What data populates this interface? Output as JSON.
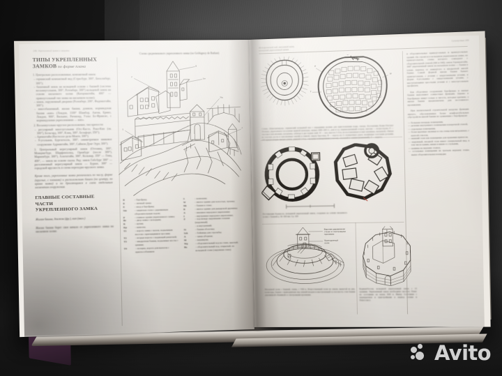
{
  "photo": {
    "subject": "open-book-spread",
    "watermark": {
      "brand": "Avito",
      "logo_icon": "avito-dots-icon"
    },
    "surface_color": "#3a3a3a",
    "page_color": "#efece6"
  },
  "left_page": {
    "running_head": "208. Укрепленный замок и защита",
    "heading_1": "ТИПЫ УКРЕПЛЕННЫХ",
    "heading_2": "ЗАМКОВ",
    "heading_2_suffix": " по форме плана",
    "intro": "1. Центрально расположенные, компактный замок:",
    "bullets": [
      "германский компактный вид (Страсбург, 300°, Бюхсенберг, 300°);",
      "башенный замок на кольцевой основе с башней (система восьмиугольник, 300°, Ротенберг, 300°) кольцевой замок на основе насыпного холма (Катценштейн, 400° — прямоугольный тип замка на насыпном холме);",
      "замок, окруженный дворами (Розенберг, 200°, Фаденштайн, 300°);",
      "многобашенный, жилая башня, донжон, нормандская башня «кип» (Лондон, 1100° Шамбор, Ангия, Брино, Лондон, 900°, Вильямс, Ричмонд, Уэльс Бо-Франсис, с нормандскими укреплениями — кип»."
    ],
    "section_2": "2. Восьмиугольно-круглое расположение, тип крепости:",
    "bullets_2": [
      "регулярный многоугольник (Отс-Кастл, Роял-Кип (ок. 300°), Бельгард, 300°, Клиц, 300°, Бельфорт, 350°);",
      "Аренштайн (Кастелло-дель-Монте, 300°);",
      "8-угольник, Бургшталль, 300°, симметричное замковое сооружение Адриантайн, 300°, Саймон Дунг-Эурт, 300°)."
    ],
    "section_3": "3. Центральный нерегулярный замок (Оттовиц, 300°, Монцингбург, Шарфенхольц, Оренбург (после 300°), Мариенбург, 300°), Альтштайн, 300°, Кольмар, 350° — Генц, 400°, — замок на основе скалы. Ряд: замок Габсбург 300° — расчлененный нерегулярный замок — Бурше, 300° — городской ярусность и схема переходно-ярусного замка.",
    "closing_note": "Кроме того, укрепленные замки различались по числу, форме (круглые, с планами) и расположению башен (по центру, по краям замка) и по бросающимся в глаза отдельным элементам сооружения.",
    "heading_3_line1": "ГЛАВНЫЕ СОСТАВНЫЕ",
    "heading_3_line2": "ЧАСТИ",
    "heading_3_line3": "УКРЕПЛЕННОГО ЗАМКА",
    "subheading": "Жилая башня, донжон (фр.), кип (англ.)",
    "last_para": "Жилая башня берет свое начало от укрепленного замка на насыпном холме."
  },
  "center_figure": {
    "caption": "Схема средневекового укрепленного замка (по Gröbignoy de Rathan)",
    "name": "medieval-castle-schematic"
  },
  "legend": {
    "column_1": [
      {
        "key": "B",
        "text": "– бергфрид;"
      },
      {
        "key": "Б",
        "text": "– личный эркер;"
      },
      {
        "key": "E",
        "text": "– вход в бергфрид;"
      },
      {
        "key": "Sm",
        "text": "– защитная стена с деревянным оборонительным ходом;"
      },
      {
        "key": "P",
        "text": "– главное здание укрепленного замка;"
      },
      {
        "key": "Br",
        "text": "– двор замка с колодцем;"
      },
      {
        "key": "K",
        "text": "– кухня;"
      },
      {
        "key": "Kp",
        "text": "– капелла;"
      },
      {
        "key": "T1",
        "text": "– ворота замка с валом, подъемным мостом с крючащимися тросами;"
      },
      {
        "key": "T2",
        "text": "– втopыe ворота с падающей решеткой;"
      },
      {
        "key": "T3",
        "text": "– квадратная башня, подъемные мосты с цепями;"
      },
      {
        "key": "T4",
        "text": "– потерна, ворота для вылазок с приспособлением"
      }
    ],
    "column_2": [
      {
        "key": "S",
        "text": "– конюшни;"
      },
      {
        "key": "W",
        "text": "– жилое здание для холостых, чуланы;"
      },
      {
        "key": "Mt",
        "text": "– башня в стене;"
      },
      {
        "key": "R",
        "text": "– жилое здание для рыцарской дружины;"
      },
      {
        "key": "A",
        "text": "– внешнее передовое укрепление;"
      },
      {
        "key": "I",
        "text": "– внутреннее передовое укрепление;"
      },
      {
        "key": "Z",
        "text": "– ход между окружными стенами (наружный)"
      },
      {
        "key": "",
        "text": "– и внутренний;"
      },
      {
        "key": "St",
        "text": "– башня-оболочка;"
      },
      {
        "key": "Sch",
        "text": "– бойницы для стрельбы;"
      },
      {
        "key": "A",
        "text": "– эркер-уборная;"
      },
      {
        "key": "M",
        "text": "– машикули;"
      },
      {
        "key": "Wg",
        "text": "– оборонительный ход на стене, крытый;"
      },
      {
        "key": "Bo",
        "text": "– оборонительный ход, открытый, на кольцевой стене (окружная стена)"
      }
    ]
  },
  "right_page": {
    "running_head_left_line1": "Исторический вид, насыпной холм,",
    "running_head_left_line2": "кольцевой укрепленный замок",
    "running_head_right": "Сухопутные 209",
    "figures": [
      {
        "name": "ringfort-plan-figure",
        "caption": "Схема. Оппеланхероде, германский кольцевой вал с передними валами для приготовления воды, гнезда. Боссертвиц Бокко-Гюгона/Польша, укрепленное поселение прямой культуры, звенья 1000–200 гг., дом и т.д. перенасыпанный остров, светлая — полуострова. P — частокол или вязанки, насыпаны, забитые в дно норки свай. W — вал, высота 5–6 м, из поставленных и ещё земляных, насыпной, сбитые из толстых досок и заполненные землёй и глиной, сверху бруствер, B — ворота на 11 поперечных дорог, мощённые толстыми досками, 105 прилегающих жилых домов, длиной 5–9 м, с малыми помещениями (очагом), спальней и сенями (конюшней). T — ворота."
      },
      {
        "name": "ring-castle-plan-figure",
        "caption": "Реставрация Корнуолл, кольцевой укрепленный замок, сооружен на основе насыпного холма с башней д. 30–300 мм. Ср. 329"
      },
      {
        "name": "motte-and-bailey-figure",
        "caption": "Насыпной холм с башней, схема, с VIII в. Искусственный холм из земли, вынутой из рва, палисады, башня с приподнятым над землей входом и выступающей за плоскость стен башни деревянной обшивкой со смотровыми проемами.",
        "labels": [
          "Верхняя деревянная стена со смотровыми проемами",
          "Приподнятый холм"
        ]
      },
      {
        "name": "polygonal-tower-figure",
        "caption": "Бодиам/Гессен, кольцевой укрепленный замок с 13 гранями. Укрепленный замок необходимо вассала. План: по состоянию на конец XIII в. Внизу. Состояние с перекрытием и пристройками в период готики и Ренессанса."
      }
    ],
    "right_column_paragraphs": [
      "и оборонительные прямоугольных и прямоугольных зданий. Он строится в кольцевом укрепленном замке, на прямоугольном, стены которого совпадают с оборонительной стеной (300 и 340); замок Гернерштайн, 300° укрепленный замок на насыпном холме — башня в плане, переход от замкнутого к квадратной жилой башне. Самой формой жилая башня бывает прямоугольная, с углами с закругленными углами, в форме 4-угольника с закругленными углами, с выступающими простыми углами и с многоугольным профилем.",
      "Как оборонные сооружения бергфриды и жилые башни выполняют совместные функции. Однако в бергфридах живут только в тягость, которые крепкие, а жилая башня предназначена для постоянного проживания.",
      "При значительной строительной нагрузке функции жилого, обусловленных более комфортабельных обустройств жилой башни по сравнению с бергфридом:",
      "— большая площадь помещения,",
      "— деление внутреннего помещения поперечной стеной,",
      "— отдельные помещения,",
      "— более крупные оконные и эти стены или витражные, с шахтой стволов,",
      "— нижний этаж как помещение для хранения припасов,",
      "— наружный, входной этаж имеет специальный вид, в том числе камин, ниши и ниши со стульями,",
      "— камины на верхних этажах,",
      "— остальные помещения на третьем верхнем этаже, выше оборонительная площадка"
    ]
  }
}
